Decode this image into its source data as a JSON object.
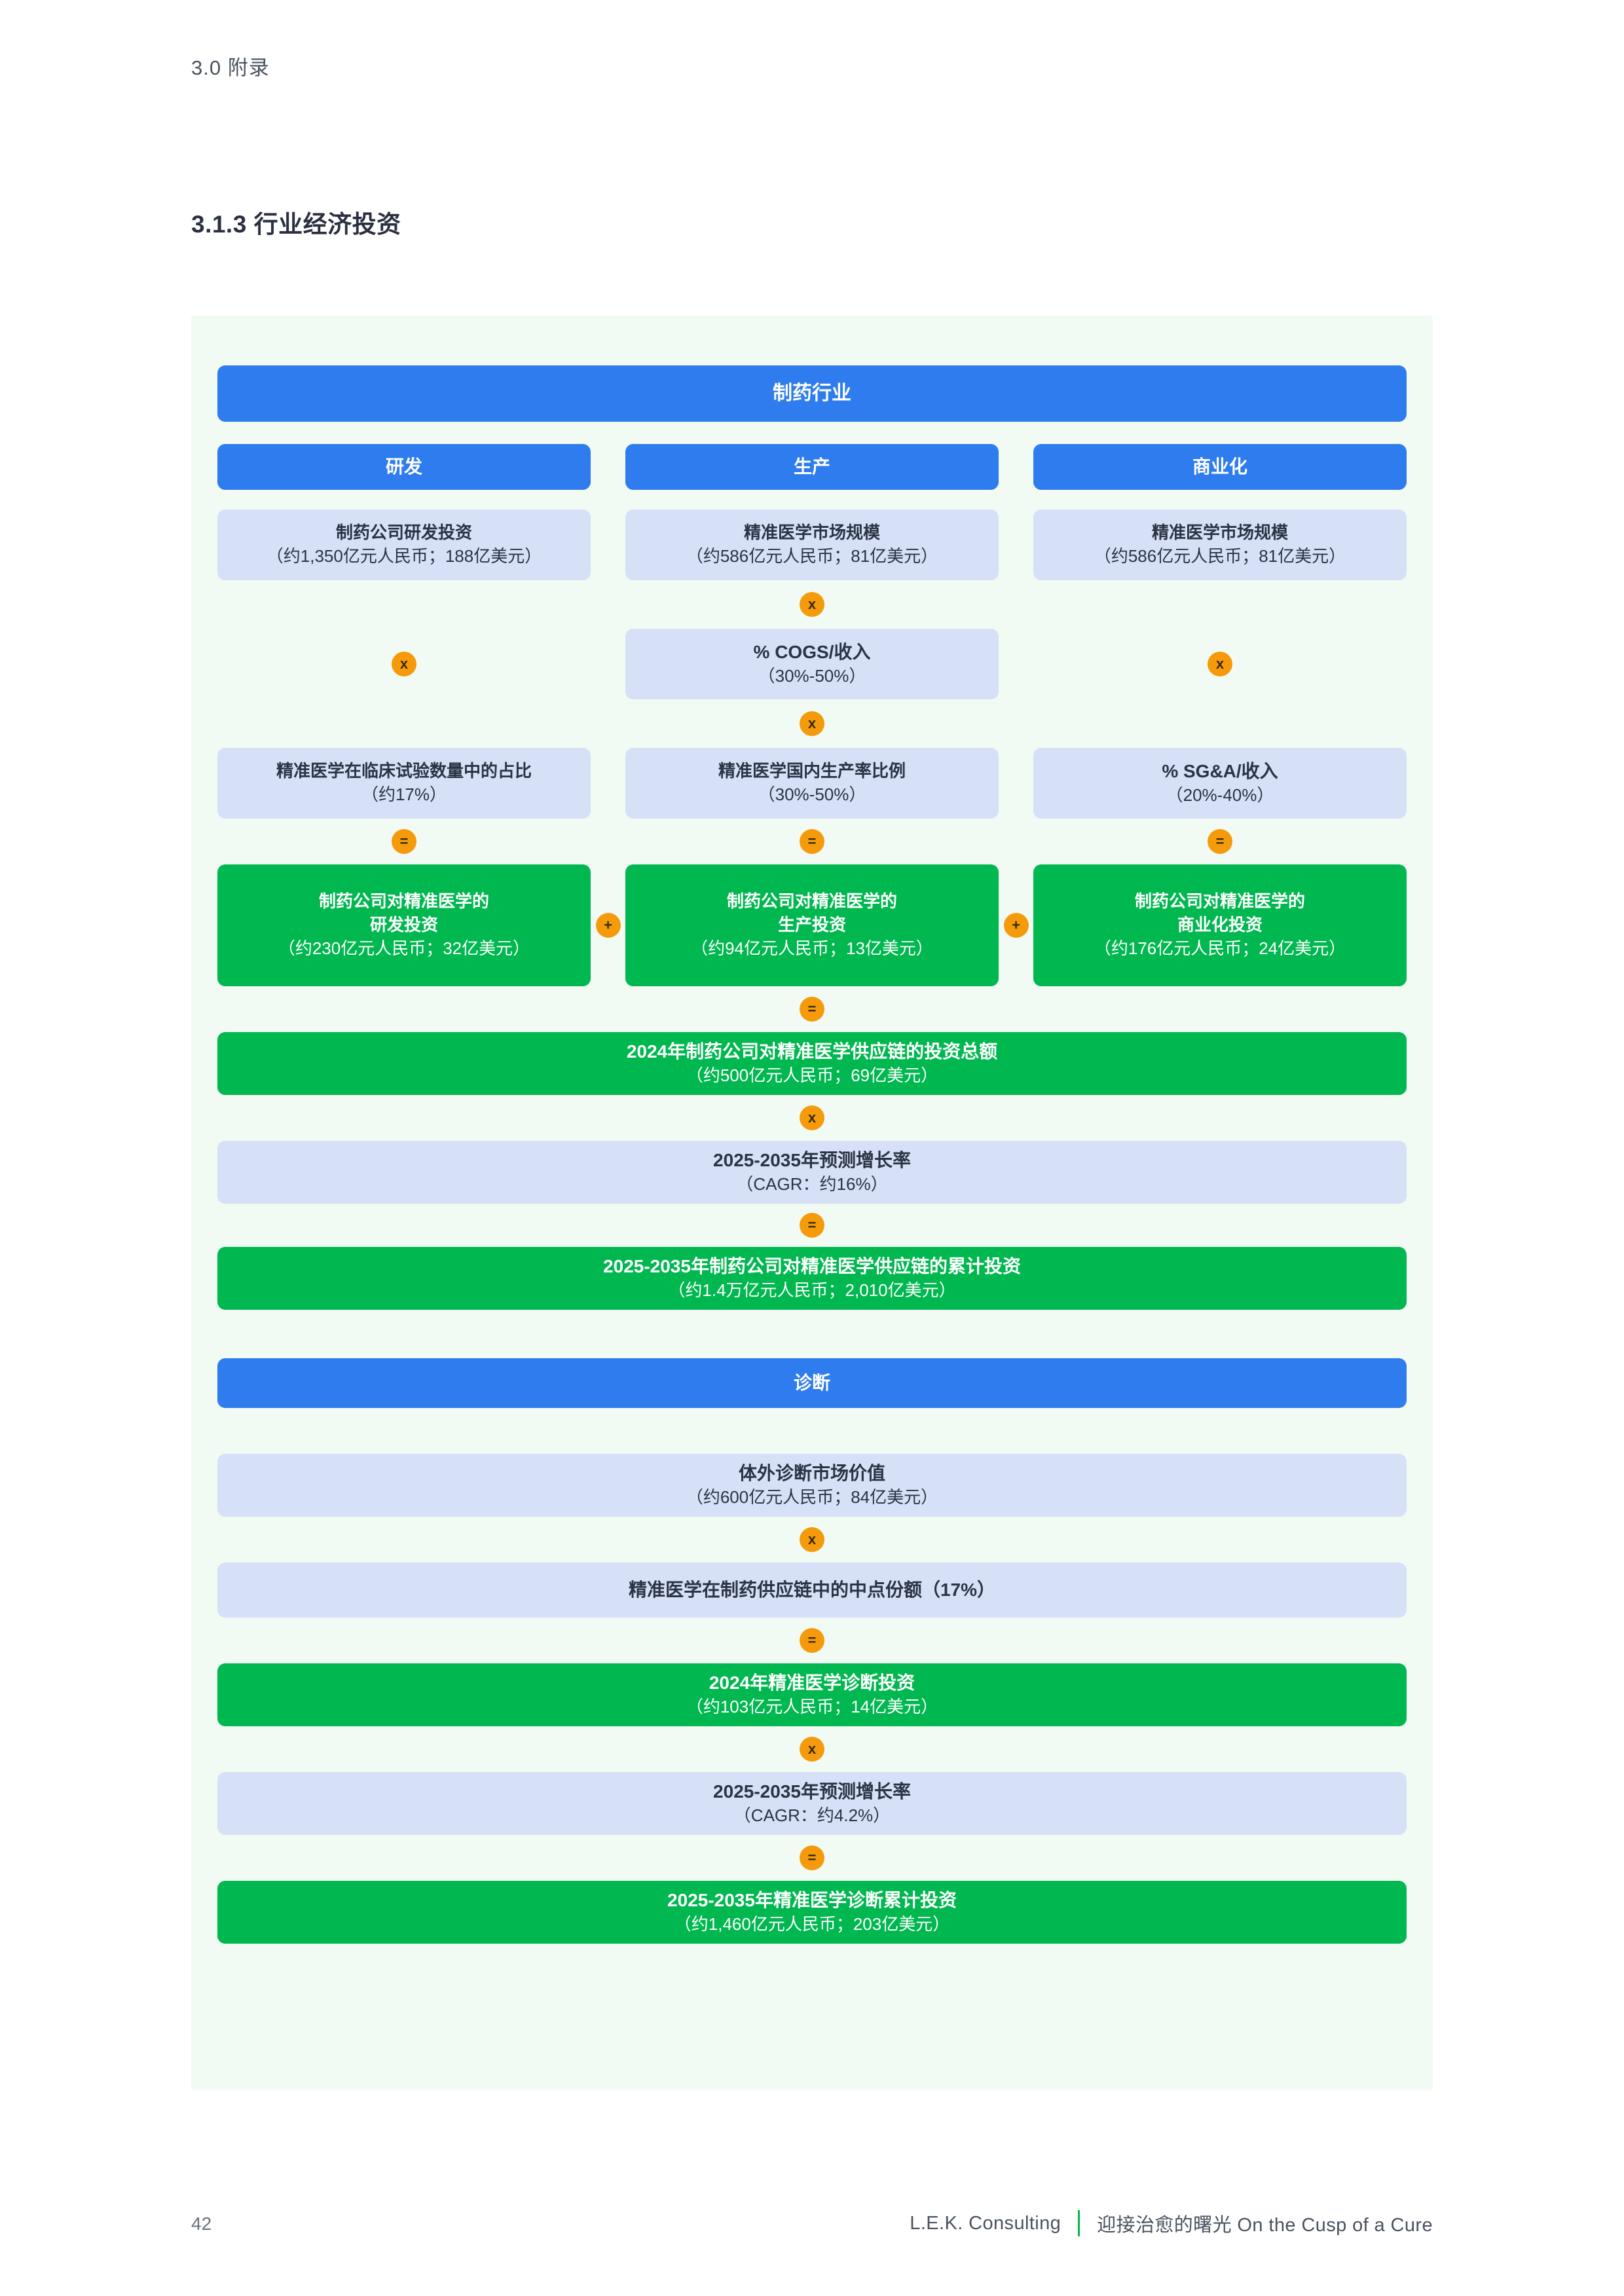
{
  "header": {
    "chapter": "3.0  附录",
    "section": "3.1.3  行业经济投资"
  },
  "diagram": {
    "title_bar": "制药行业",
    "pillars": [
      "研发",
      "生产",
      "商业化"
    ],
    "operators": {
      "multiply": "x",
      "equals": "=",
      "plus": "+"
    },
    "row_inputs": [
      {
        "l1": "制药公司研发投资",
        "l2": "（约1,350亿元人民币；188亿美元）"
      },
      {
        "l1": "精准医学市场规模",
        "l2": "（约586亿元人民币；81亿美元）"
      },
      {
        "l1": "精准医学市场规模",
        "l2": "（约586亿元人民币；81亿美元）"
      }
    ],
    "cogs": {
      "l1": "%  COGS/收入",
      "l2": "（30%-50%）"
    },
    "row_factors": [
      {
        "l1": "精准医学在临床试验数量中的占比",
        "l2": "（约17%）"
      },
      {
        "l1": "精准医学国内生产率比例",
        "l2": "（30%-50%）"
      },
      {
        "l1": "%  SG&A/收入",
        "l2": "（20%-40%）"
      }
    ],
    "row_results": [
      {
        "l1": "制药公司对精准医学的",
        "l1b": "研发投资",
        "l2": "（约230亿元人民币；32亿美元）"
      },
      {
        "l1": "制药公司对精准医学的",
        "l1b": "生产投资",
        "l2": "（约94亿元人民币；13亿美元）"
      },
      {
        "l1": "制药公司对精准医学的",
        "l1b": "商业化投资",
        "l2": "（约176亿元人民币；24亿美元）"
      }
    ],
    "total_2024": {
      "l1": "2024年制药公司对精准医学供应链的投资总额",
      "l2": "（约500亿元人民币；69亿美元）"
    },
    "cagr_pharma": {
      "l1": "2025-2035年预测增长率",
      "l2": "（CAGR：约16%）"
    },
    "cumulative_pharma": {
      "l1": "2025-2035年制药公司对精准医学供应链的累计投资",
      "l2": "（约1.4万亿元人民币；2,010亿美元）"
    },
    "diagnostics_bar": "诊断",
    "ivd_market": {
      "l1": "体外诊断市场价值",
      "l2": "（约600亿元人民币；84亿美元）"
    },
    "pm_share": {
      "l1": "精准医学在制药供应链中的中点份额（17%）",
      "l2": ""
    },
    "dx_2024": {
      "l1": "2024年精准医学诊断投资",
      "l2": "（约103亿元人民币；14亿美元）"
    },
    "cagr_dx": {
      "l1": "2025-2035年预测增长率",
      "l2": "（CAGR：约4.2%）"
    },
    "cumulative_dx": {
      "l1": "2025-2035年精准医学诊断累计投资",
      "l2": "（约1,460亿元人民币；203亿美元）"
    }
  },
  "footer": {
    "page_number": "42",
    "firm": "L.E.K. Consulting",
    "report_title": "迎接治愈的曙光  On the Cusp of a Cure"
  },
  "colors": {
    "blue": "#2f7cef",
    "light_blue": "#d6e0f7",
    "green": "#00b84f",
    "orange": "#f59b0b",
    "panel": "#f2faf4"
  }
}
